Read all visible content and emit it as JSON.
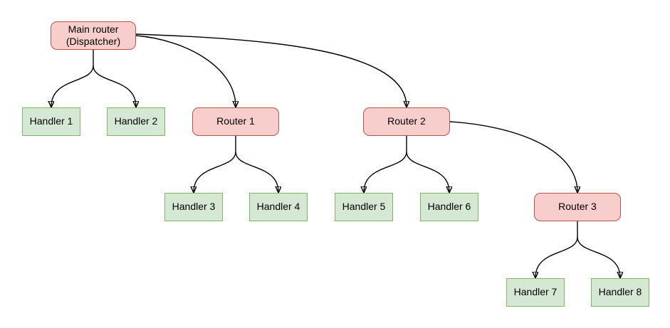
{
  "diagram": {
    "colors": {
      "router_fill": "#f8cecc",
      "router_stroke": "#b85450",
      "handler_fill": "#d5e8d4",
      "handler_stroke": "#82b366",
      "edge_color": "#000000",
      "background": "#ffffff"
    },
    "nodes": {
      "main": {
        "label": "Main router (Dispatcher)",
        "type": "router"
      },
      "h1": {
        "label": "Handler 1",
        "type": "handler"
      },
      "h2": {
        "label": "Handler 2",
        "type": "handler"
      },
      "r1": {
        "label": "Router 1",
        "type": "router"
      },
      "r2": {
        "label": "Router 2",
        "type": "router"
      },
      "h3": {
        "label": "Handler 3",
        "type": "handler"
      },
      "h4": {
        "label": "Handler 4",
        "type": "handler"
      },
      "h5": {
        "label": "Handler 5",
        "type": "handler"
      },
      "h6": {
        "label": "Handler 6",
        "type": "handler"
      },
      "r3": {
        "label": "Router 3",
        "type": "router"
      },
      "h7": {
        "label": "Handler 7",
        "type": "handler"
      },
      "h8": {
        "label": "Handler 8",
        "type": "handler"
      }
    },
    "edges": [
      {
        "from": "main",
        "to": "h1"
      },
      {
        "from": "main",
        "to": "h2"
      },
      {
        "from": "main",
        "to": "r1"
      },
      {
        "from": "main",
        "to": "r2"
      },
      {
        "from": "r1",
        "to": "h3"
      },
      {
        "from": "r1",
        "to": "h4"
      },
      {
        "from": "r2",
        "to": "h5"
      },
      {
        "from": "r2",
        "to": "h6"
      },
      {
        "from": "r2",
        "to": "r3"
      },
      {
        "from": "r3",
        "to": "h7"
      },
      {
        "from": "r3",
        "to": "h8"
      }
    ]
  }
}
